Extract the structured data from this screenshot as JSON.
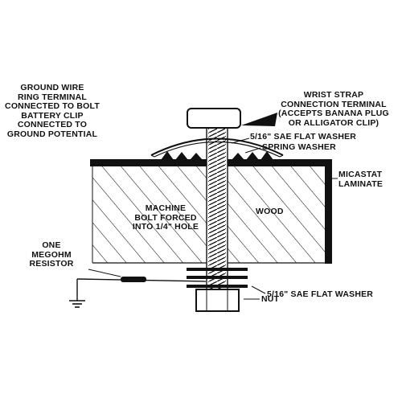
{
  "colors": {
    "ink": "#111111",
    "paper": "#ffffff"
  },
  "labels": {
    "ground_wire": [
      "GROUND WIRE",
      "RING TERMINAL",
      "CONNECTED TO BOLT",
      "BATTERY CLIP",
      "CONNECTED TO",
      "GROUND POTENTIAL"
    ],
    "wrist_strap": [
      "WRIST STRAP",
      "CONNECTION TERMINAL",
      "(ACCEPTS BANANA PLUG",
      "OR ALLIGATOR CLIP)"
    ],
    "flat_washer_top": "5/16\" SAE FLAT WASHER",
    "spring_washer": "SPRING WASHER",
    "micastat": [
      "MICASTAT",
      "LAMINATE"
    ],
    "machine_bolt": [
      "MACHINE",
      "BOLT FORCED",
      "INTO 1/4\" HOLE"
    ],
    "wood": "WOOD",
    "resistor": [
      "ONE",
      "MEGOHM",
      "RESISTOR"
    ],
    "nut": "NUT",
    "flat_washer_bottom": "5/16\" SAE FLAT WASHER"
  },
  "icons": [
    "ground-symbol-icon"
  ]
}
